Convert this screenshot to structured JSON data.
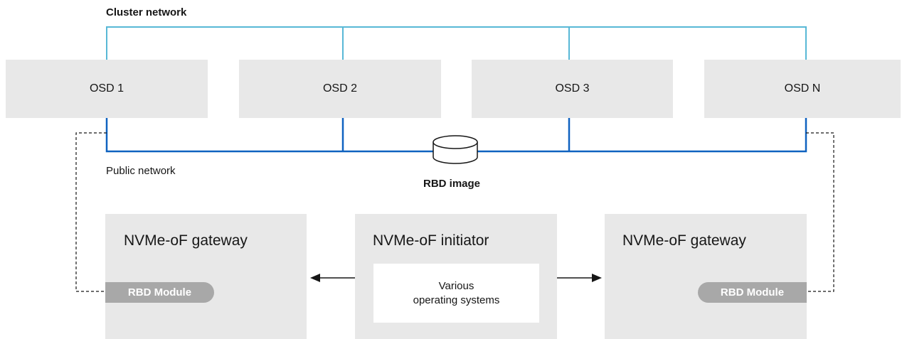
{
  "networks": {
    "cluster_label": "Cluster network",
    "public_label": "Public network",
    "cluster_color": "#58b8d6",
    "public_color": "#0f62c0"
  },
  "osds": [
    {
      "label": "OSD 1"
    },
    {
      "label": "OSD 2"
    },
    {
      "label": "OSD 3"
    },
    {
      "label": "OSD N"
    }
  ],
  "rbd_image": {
    "label": "RBD image",
    "icon": "disk-icon"
  },
  "gateways": [
    {
      "title": "NVMe-oF gateway",
      "module_label": "RBD Module"
    },
    {
      "title": "NVMe-oF gateway",
      "module_label": "RBD Module"
    }
  ],
  "initiator": {
    "title": "NVMe-oF initiator",
    "os_line1": "Various",
    "os_line2": "operating systems"
  },
  "colors": {
    "box_fill": "#e8e8e8",
    "module_fill": "#a8a8a8"
  }
}
